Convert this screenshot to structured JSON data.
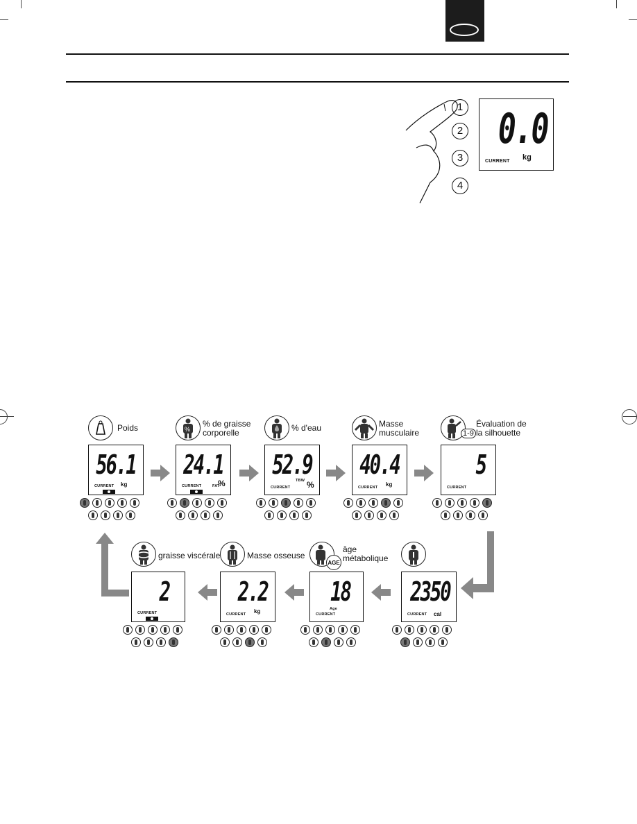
{
  "language_tab": {
    "shape": "oval"
  },
  "illustration": {
    "buttons": [
      "1",
      "2",
      "3",
      "4"
    ],
    "display": {
      "value": "0.0",
      "label": "CURRENT",
      "unit": "kg"
    }
  },
  "flow": [
    {
      "caption": "Poids",
      "value": "56.1",
      "label": "CURRENT",
      "unit": "kg",
      "highlight": 0
    },
    {
      "caption": "% de graisse corporelle",
      "value": "24.1",
      "label": "CURRENT",
      "unit": "%",
      "sub": "FAT",
      "highlight": 1
    },
    {
      "caption": "% d'eau",
      "value": "52.9",
      "label": "CURRENT",
      "unit": "%",
      "sub": "TBW",
      "highlight": 2
    },
    {
      "caption": "Masse musculaire",
      "value": "40.4",
      "label": "CURRENT",
      "unit": "kg",
      "highlight": 3
    },
    {
      "caption": "Évaluation de la silhouette",
      "badge": "1-9",
      "value": "5",
      "label": "CURRENT",
      "unit": "",
      "highlight": 4
    },
    {
      "caption": "",
      "value": "2350",
      "label": "CURRENT",
      "unit": "cal",
      "highlight": 5
    },
    {
      "caption": "âge métabolique",
      "badge": "AGE",
      "value": "18",
      "label": "CURRENT",
      "unit": "",
      "sub": "Age",
      "highlight": 6
    },
    {
      "caption": "Masse osseuse",
      "value": "2.2",
      "label": "CURRENT",
      "unit": "kg",
      "highlight": 7
    },
    {
      "caption": "graisse viscérale",
      "value": "2",
      "label": "CURRENT",
      "unit": "",
      "highlight": 8
    }
  ]
}
